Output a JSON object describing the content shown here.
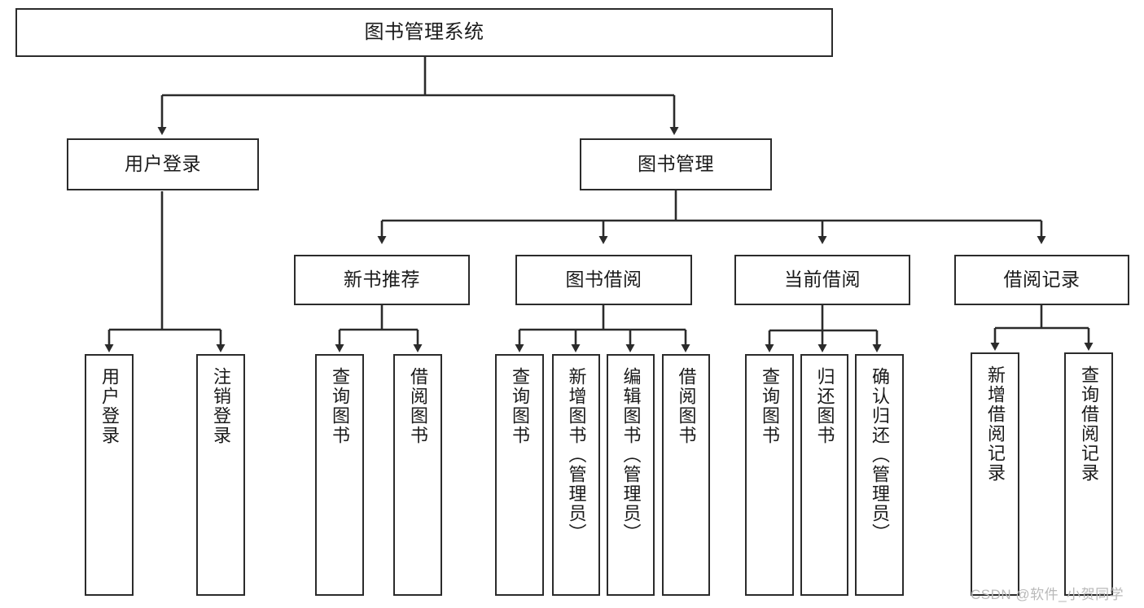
{
  "diagram": {
    "title": "图书管理系统",
    "type": "hierarchy-tree",
    "root": {
      "label": "图书管理系统"
    },
    "level2": [
      {
        "label": "用户登录"
      },
      {
        "label": "图书管理"
      }
    ],
    "level3": [
      {
        "label": "新书推荐"
      },
      {
        "label": "图书借阅"
      },
      {
        "label": "当前借阅"
      },
      {
        "label": "借阅记录"
      }
    ],
    "leaves": {
      "user_login": [
        {
          "label": "用户登录"
        },
        {
          "label": "注销登录"
        }
      ],
      "new_book": [
        {
          "label": "查询图书"
        },
        {
          "label": "借阅图书"
        }
      ],
      "book_borrow": [
        {
          "label": "查询图书"
        },
        {
          "label": "新增图书（管理员）"
        },
        {
          "label": "编辑图书（管理员）"
        },
        {
          "label": "借阅图书"
        }
      ],
      "current_borrow": [
        {
          "label": "查询图书"
        },
        {
          "label": "归还图书"
        },
        {
          "label": "确认归还（管理员）"
        }
      ],
      "borrow_record": [
        {
          "label": "新增借阅记录"
        },
        {
          "label": "查询借阅记录"
        }
      ]
    }
  },
  "watermark": {
    "text": "CSDN @软件_小贺同学"
  },
  "colors": {
    "stroke": "#2b2b2b",
    "node_fill": "#ffffff",
    "text": "#1a1a1a",
    "watermark": "#b9b9b9",
    "background": "#ffffff"
  }
}
